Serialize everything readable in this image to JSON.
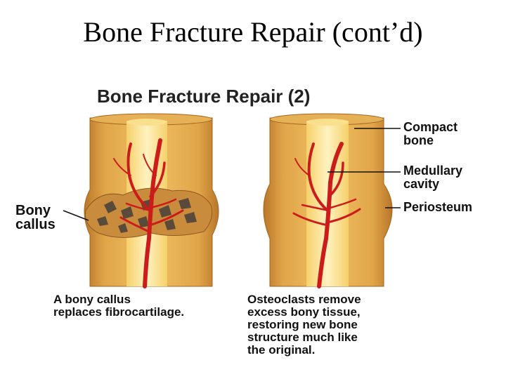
{
  "slide_title": "Bone Fracture Repair (cont’d)",
  "figure": {
    "title": "Bone Fracture Repair (2)",
    "labels": {
      "compact_bone": [
        "Compact",
        "bone"
      ],
      "medullary_cavity": [
        "Medullary",
        "cavity"
      ],
      "periosteum": "Periosteum",
      "bony_callus": [
        "Bony",
        "callus"
      ]
    },
    "captions": {
      "left": [
        "A bony callus",
        "replaces fibrocartilage."
      ],
      "right": [
        "Osteoclasts remove",
        "excess bony tissue,",
        "restoring new bone",
        "structure much like",
        "the original."
      ]
    }
  },
  "colors": {
    "bone_outer": "#d99a3c",
    "bone_inner": "#f3cf6a",
    "marrow": "#fde9a6",
    "blood_vessel": "#cc1b1b",
    "callus_fragment": "#5a4a3a"
  }
}
